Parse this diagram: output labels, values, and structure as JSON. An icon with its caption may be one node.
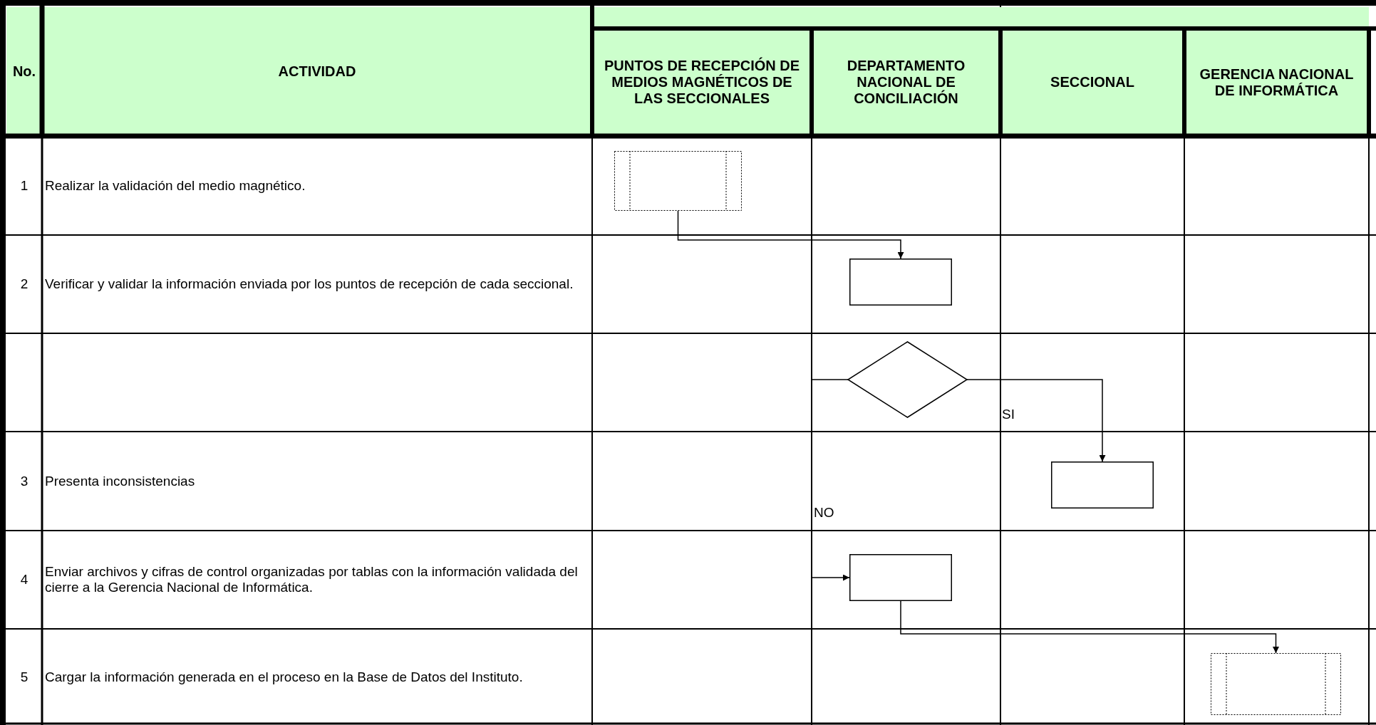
{
  "diagram": {
    "nodes": [
      {
        "text": [],
        "shape": "box"
      },
      {
        "text": [],
        "shape": "box"
      },
      {
        "text": [],
        "shape": "diamond"
      },
      {
        "text": [],
        "shape": "box"
      },
      {
        "text": [],
        "shape": "box"
      },
      {
        "text": [],
        "shape": "box"
      }
    ],
    "edges": [
      {
        "from": 0,
        "to": 1,
        "arrow": "to"
      },
      {
        "from": 2,
        "to": 3,
        "arrow": "to",
        "label": "SI"
      },
      {
        "from": 2,
        "to": 4,
        "arrow": "to",
        "label": "NO"
      },
      {
        "from": 4,
        "to": 5,
        "arrow": "to"
      }
    ],
    "labels": [
      "No.",
      "ACTIVIDAD",
      "PUNTOS DE RECEPCIÓN DE MEDIOS MAGNÉTICOS DE LAS SECCIONALES",
      "DEPARTAMENTO NACIONAL DE CONCILIACIÓN",
      "SECCIONAL",
      "GERENCIA NACIONAL DE INFORMÁTICA",
      "1",
      "Realizar la validación del medio magnético.",
      "2",
      "Verificar y validar la información enviada por los puntos de recepción de cada seccional.",
      "3",
      "Presenta inconsistencias",
      "4",
      "Enviar archivos y cifras de control organizadas por tablas con la información validada del cierre a la Gerencia Nacional de Informática.",
      "5",
      "Cargar la información generada en el proceso en la Base de Datos del Instituto."
    ]
  }
}
